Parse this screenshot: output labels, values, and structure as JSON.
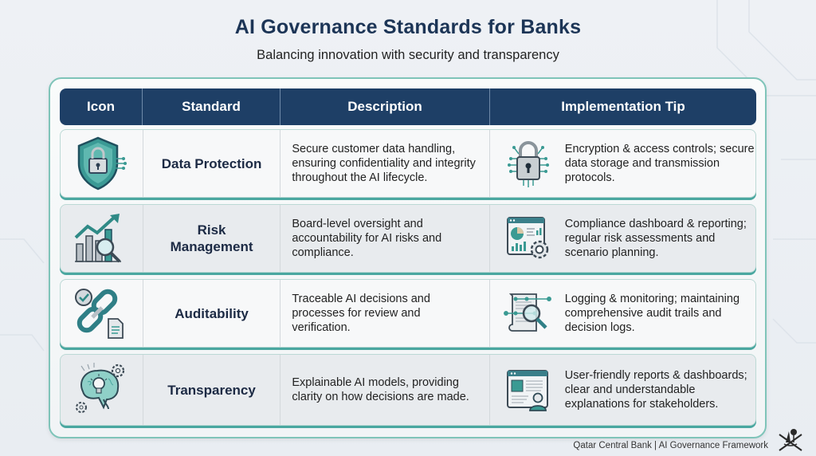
{
  "header": {
    "title": "AI Governance Standards for Banks",
    "subtitle": "Balancing innovation with security and transparency"
  },
  "table": {
    "columns": [
      "Icon",
      "Standard",
      "Description",
      "Implementation Tip"
    ],
    "rows": [
      {
        "icon": "shield-lock-circuit-icon",
        "standard": "Data Protection",
        "description": "Secure customer data handling, ensuring confidentiality and integrity throughout the AI lifecycle.",
        "tip_icon": "padlock-circuit-icon",
        "tip": "Encryption & access controls; secure data storage and transmission protocols."
      },
      {
        "icon": "chart-trend-magnifier-icon",
        "standard": "Risk\nManagement",
        "description": "Board-level oversight and accountability for AI risks and compliance.",
        "tip_icon": "dashboard-gear-icon",
        "tip": "Compliance dashboard & reporting; regular risk assessments and scenario planning."
      },
      {
        "icon": "chain-link-document-icon",
        "standard": "Auditability",
        "description": "Traceable AI decisions and processes for review and verification.",
        "tip_icon": "scroll-magnifier-icon",
        "tip": "Logging & monitoring; maintaining comprehensive audit trails and decision logs."
      },
      {
        "icon": "brain-lightbulb-gears-icon",
        "standard": "Transparency",
        "description": "Explainable AI models, providing clarity on how decisions are made.",
        "tip_icon": "report-window-user-icon",
        "tip": "User-friendly reports & dashboards; clear and understandable explanations for stakeholders."
      }
    ]
  },
  "footer": {
    "text": "Qatar Central Bank | AI Governance Framework",
    "emblem": "qatar-emblem-icon"
  },
  "colors": {
    "header_bg": "#1e3f66",
    "accent_teal": "#3a9a93",
    "title": "#1c3556"
  }
}
